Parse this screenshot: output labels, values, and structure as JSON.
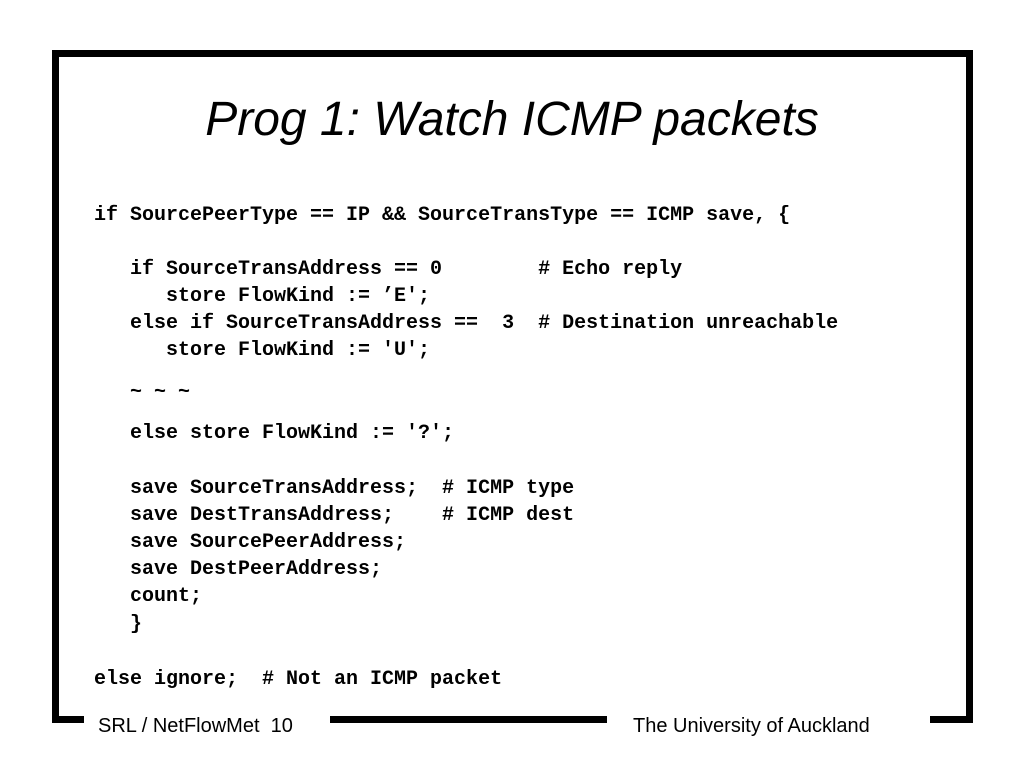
{
  "slide": {
    "title": "Prog 1: Watch ICMP packets",
    "code_lines": [
      "if SourcePeerType == IP && SourceTransType == ICMP save, {",
      "   if SourceTransAddress == 0        # Echo reply",
      "      store FlowKind := ’E';",
      "   else if SourceTransAddress ==  3  # Destination unreachable",
      "      store FlowKind := 'U';",
      "   ~ ~ ~",
      "   else store FlowKind := '?';",
      "   save SourceTransAddress;  # ICMP type",
      "   save DestTransAddress;    # ICMP dest",
      "   save SourcePeerAddress;",
      "   save DestPeerAddress;",
      "   count;",
      "   }",
      "else ignore;  # Not an ICMP packet"
    ],
    "footer_left": "SRL / NetFlowMet  10",
    "footer_right": "The University of Auckland"
  }
}
